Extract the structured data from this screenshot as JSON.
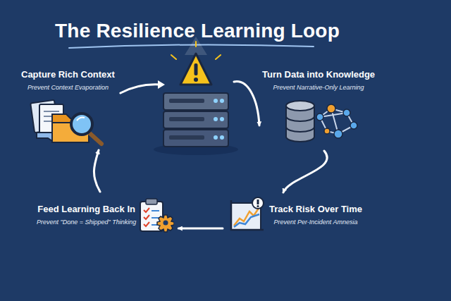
{
  "diagram": {
    "title": "The Resilience Learning Loop",
    "nodes": [
      {
        "text": [
          "Capture Rich Context",
          "Prevent Context Evaporation"
        ]
      },
      {
        "text": [
          "Turn Data into Knowledge",
          "Prevent Narrative-Only Learning"
        ]
      },
      {
        "text": [
          "Track Risk Over Time",
          "Prevent Per-Incident Amnesia"
        ]
      },
      {
        "text": [
          "Feed Learning Back In",
          "Prevent \"Done = Shipped\" Thinking"
        ]
      }
    ],
    "edges": [
      {
        "from": 0,
        "to": 1,
        "arrow": "to"
      },
      {
        "from": 1,
        "to": 2,
        "arrow": "to"
      },
      {
        "from": 2,
        "to": 3,
        "arrow": "to"
      },
      {
        "from": 3,
        "to": 0,
        "arrow": "to"
      }
    ]
  }
}
